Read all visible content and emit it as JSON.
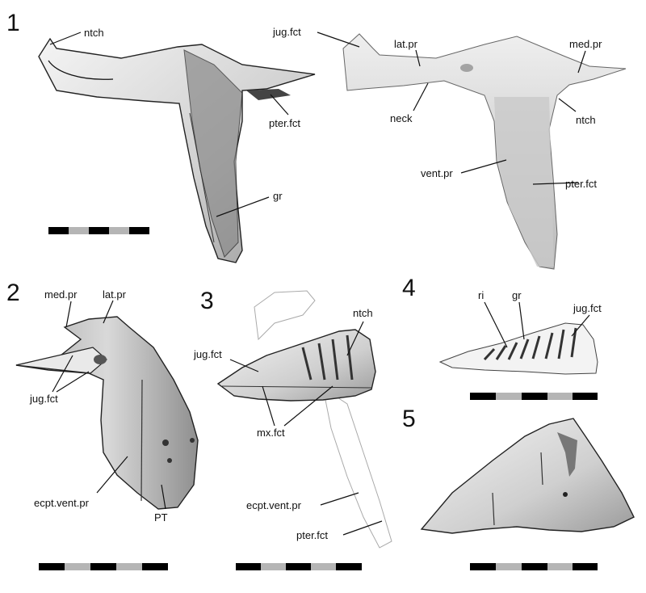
{
  "panels": {
    "p1": "1",
    "p2": "2",
    "p3": "3",
    "p4": "4",
    "p5": "5"
  },
  "labels": {
    "p1a_ntch": "ntch",
    "p1a_pter_fct": "pter.fct",
    "p1a_gr": "gr",
    "p1b_jug_fct": "jug.fct",
    "p1b_lat_pr": "lat.pr",
    "p1b_med_pr": "med.pr",
    "p1b_neck": "neck",
    "p1b_ntch": "ntch",
    "p1b_vent_pr": "vent.pr",
    "p1b_pter_fct": "pter.fct",
    "p2_med_pr": "med.pr",
    "p2_lat_pr": "lat.pr",
    "p2_jug_fct": "jug.fct",
    "p2_ecpt_vent_pr": "ecpt.vent.pr",
    "p2_PT": "PT",
    "p3_ntch": "ntch",
    "p3_jug_fct": "jug.fct",
    "p3_mx_fct": "mx.fct",
    "p3_ecpt_vent_pr": "ecpt.vent.pr",
    "p3_pter_fct": "pter.fct",
    "p4_ri": "ri",
    "p4_gr": "gr",
    "p4_jug_fct": "jug.fct"
  },
  "colors": {
    "bone_light": "#e8e8e8",
    "bone_mid": "#bcbcbc",
    "bone_dark": "#6e6e6e",
    "scale_dark": "#000000",
    "scale_light": "#b5b5b5"
  }
}
